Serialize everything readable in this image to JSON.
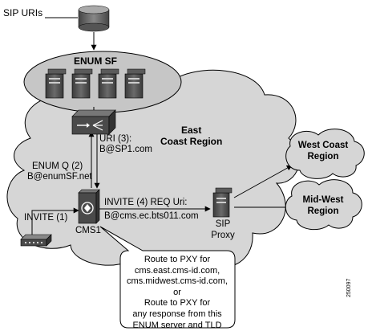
{
  "labels": {
    "sip_uris": "SIP URIs",
    "enum_sf": "ENUM SF",
    "east_coast_line1": "East",
    "east_coast_line2": "Coast Region",
    "uri_3_line1": "URI (3):",
    "uri_3_line2": "B@SP1.com",
    "enum_q_line1": "ENUM Q (2)",
    "enum_q_line2": "B@enumSF.net",
    "invite_1": "INVITE (1)",
    "invite_4_line1": "INVITE (4) REQ Uri:",
    "invite_4_line2": "B@cms.ec.bts011.com",
    "cms1": "CMS1",
    "sip_proxy_line1": "SIP",
    "sip_proxy_line2": "Proxy",
    "west_coast_line1": "West Coast",
    "west_coast_line2": "Region",
    "mid_west_line1": "Mid-West",
    "mid_west_line2": "Region",
    "figure_id": "250097"
  },
  "callout": [
    "Route to PXY for",
    "cms.east.cms-id.com,",
    "cms.midwest.cms-id.com,",
    "or",
    "Route to PXY for",
    "any response from this",
    "ENUM server and TLD"
  ],
  "colors": {
    "cloud_fill": "#d6d6d6",
    "enum_ellipse": "#c6c6c6",
    "device_dark": "#4a4a4a",
    "line": "#000000"
  }
}
